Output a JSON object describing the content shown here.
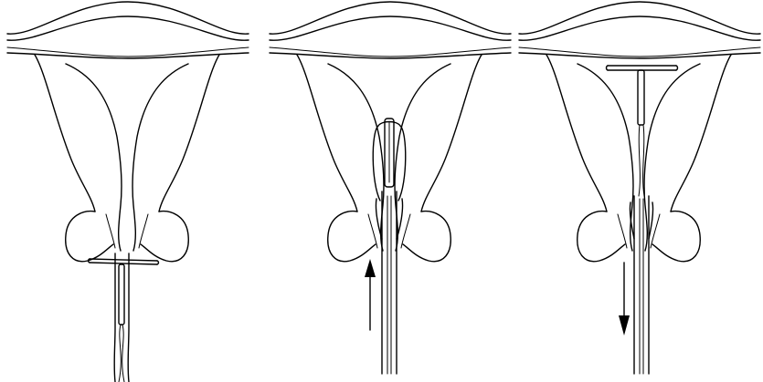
{
  "figure": {
    "panels": [
      {
        "id": "panel-1",
        "stage": "iud-positioned-at-cervix"
      },
      {
        "id": "panel-2",
        "stage": "inserter-advanced-upward",
        "arrow_direction": "up"
      },
      {
        "id": "panel-3",
        "stage": "iud-released-inserter-withdrawn",
        "arrow_direction": "down"
      }
    ],
    "colors": {
      "line": "#000000",
      "background": "#ffffff"
    },
    "icons": {
      "arrow_up": "arrow-up-icon",
      "arrow_down": "arrow-down-icon"
    }
  }
}
